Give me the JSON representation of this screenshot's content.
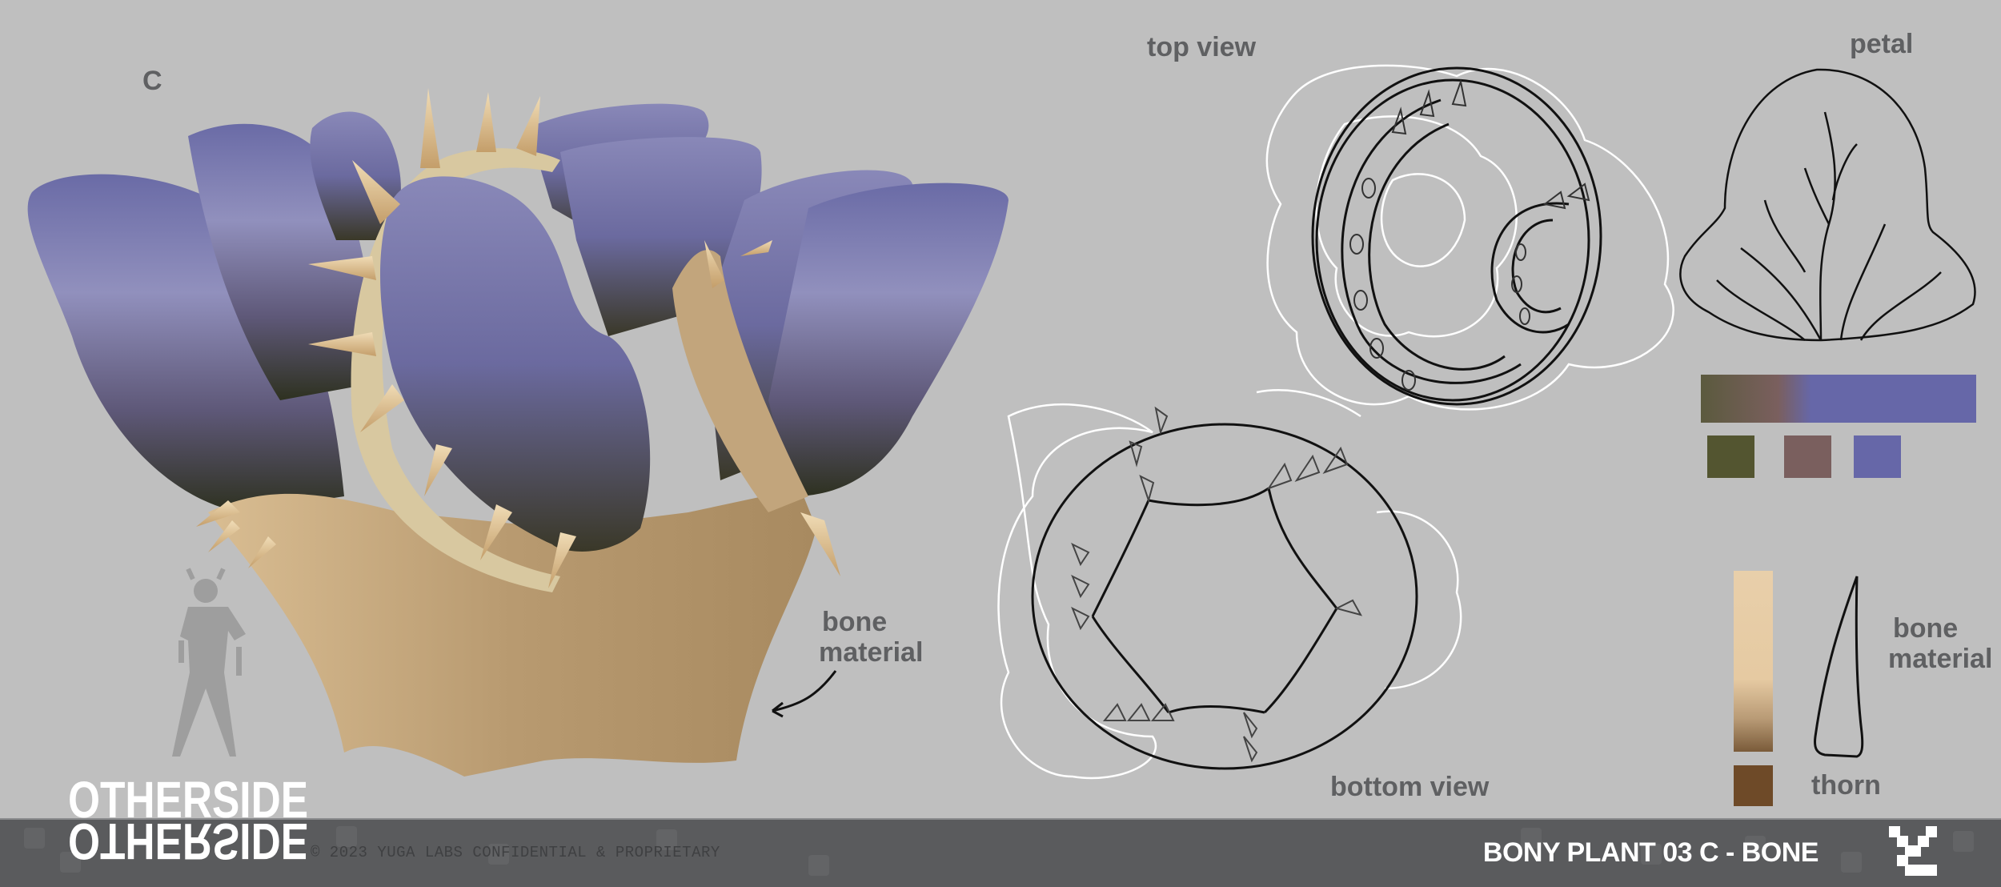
{
  "sheet": {
    "variant_letter": "C",
    "background_color": "#bfbfbf"
  },
  "labels": {
    "top_view": "top view",
    "bottom_view": "bottom view",
    "petal": "petal",
    "bone_material_callout": [
      "bone",
      "material"
    ],
    "bone_material_swatch": [
      "bone",
      "material"
    ],
    "thorn": "thorn"
  },
  "palette": {
    "petal_gradient": [
      "#5b5a3e",
      "#7a5f5e",
      "#6667a8",
      "#6667a8"
    ],
    "petal_swatches": [
      "#535530",
      "#7a5f5e",
      "#6667a8"
    ],
    "bone_gradient": [
      "#e8cfaa",
      "#e6caa2",
      "#b89a75",
      "#7a5b3a"
    ],
    "thorn_swatch": "#6e4a28",
    "petal_color": "#6c6ca8",
    "bone_color": "#c8ac82"
  },
  "footer": {
    "logo_text": "OTHERSIDE",
    "copyright": "© 2023 YUGA LABS CONFIDENTIAL & PROPRIETARY",
    "asset_title": "BONY PLANT 03 C - BONE",
    "background_color": "#5a5b5d"
  }
}
